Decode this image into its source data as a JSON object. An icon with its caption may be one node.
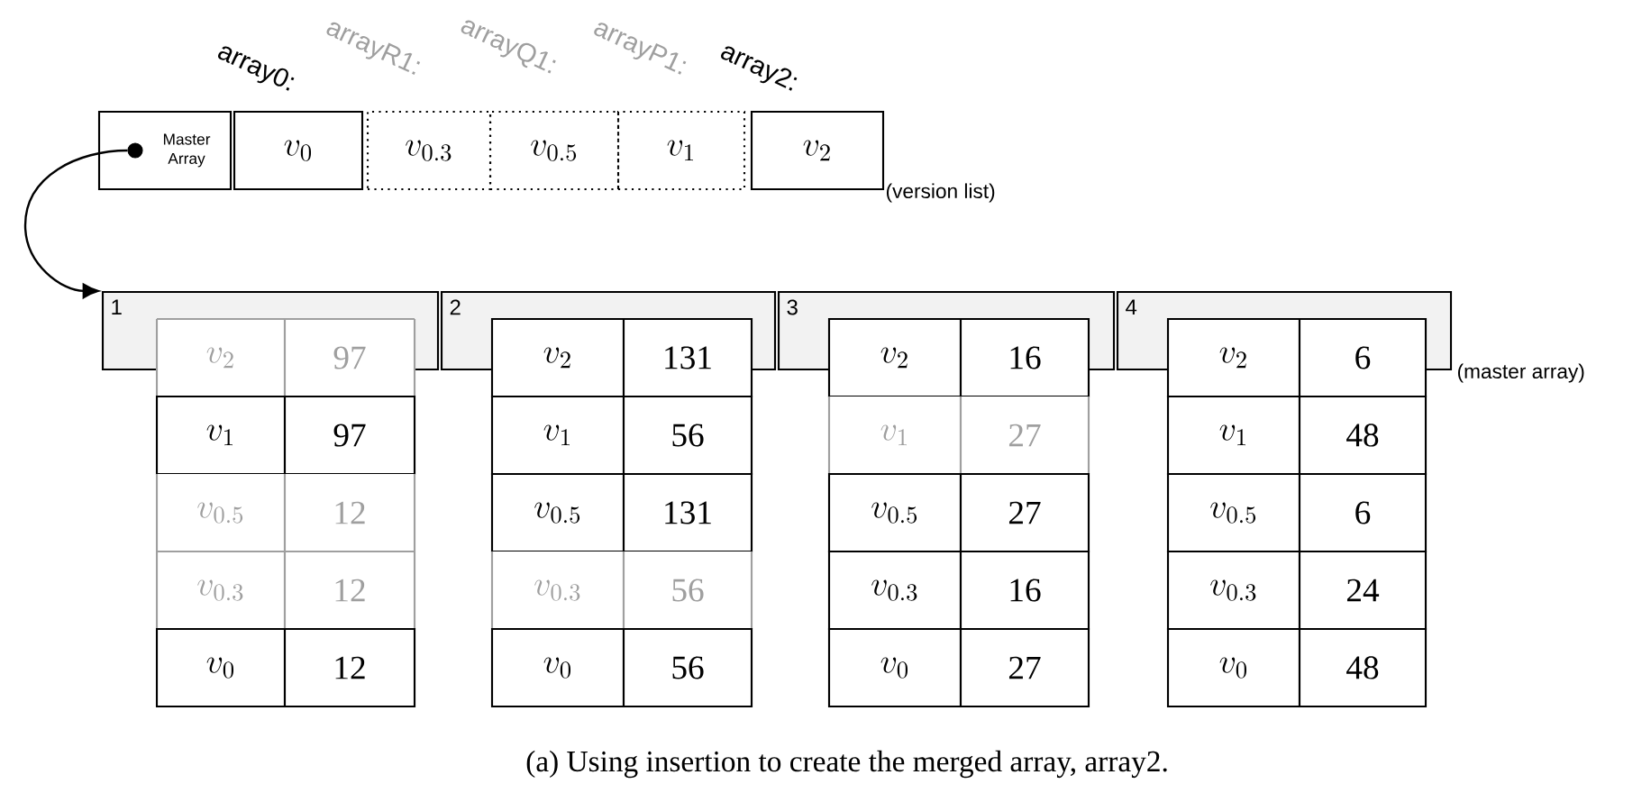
{
  "diagram": {
    "caption": "(a) Using insertion to create the merged array, array2.",
    "nodes": [
      {
        "text": [
          "Master Array"
        ]
      },
      {
        "text": [],
        "shape": "circle",
        "in": 0
      },
      {
        "text": [
          "v_{0}"
        ],
        "beside": [
          "array0:"
        ]
      },
      {
        "text": [
          "v_{0.3}"
        ],
        "beside": [
          "arrayR1:"
        ]
      },
      {
        "text": [
          "v_{0.5}"
        ],
        "beside": [
          "arrayQ1:"
        ]
      },
      {
        "text": [
          "v_{1}"
        ],
        "beside": [
          "arrayP1:"
        ]
      },
      {
        "text": [
          "v_{2}"
        ],
        "beside": [
          "array2:",
          "(version list)"
        ]
      },
      {
        "text": [
          "1"
        ]
      },
      {
        "text": [
          "2"
        ]
      },
      {
        "text": [
          "3"
        ]
      },
      {
        "text": [
          "4"
        ],
        "beside": [
          "(master array)"
        ]
      }
    ],
    "edges": [
      {
        "from": 1,
        "to": 7,
        "arrow": "to"
      }
    ],
    "labels": [
      "v_{2}",
      "97",
      "v_{2}",
      "131",
      "v_{2}",
      "16",
      "v_{2}",
      "6",
      "v_{1}",
      "97",
      "v_{1}",
      "56",
      "v_{1}",
      "27",
      "v_{1}",
      "48",
      "v_{0.5}",
      "12",
      "v_{0.5}",
      "131",
      "v_{0.5}",
      "27",
      "v_{0.5}",
      "6",
      "v_{0.3}",
      "12",
      "v_{0.3}",
      "56",
      "v_{0.3}",
      "16",
      "v_{0.3}",
      "24",
      "v_{0}",
      "12",
      "v_{0}",
      "56",
      "v_{0}",
      "27",
      "v_{0}",
      "48"
    ]
  }
}
